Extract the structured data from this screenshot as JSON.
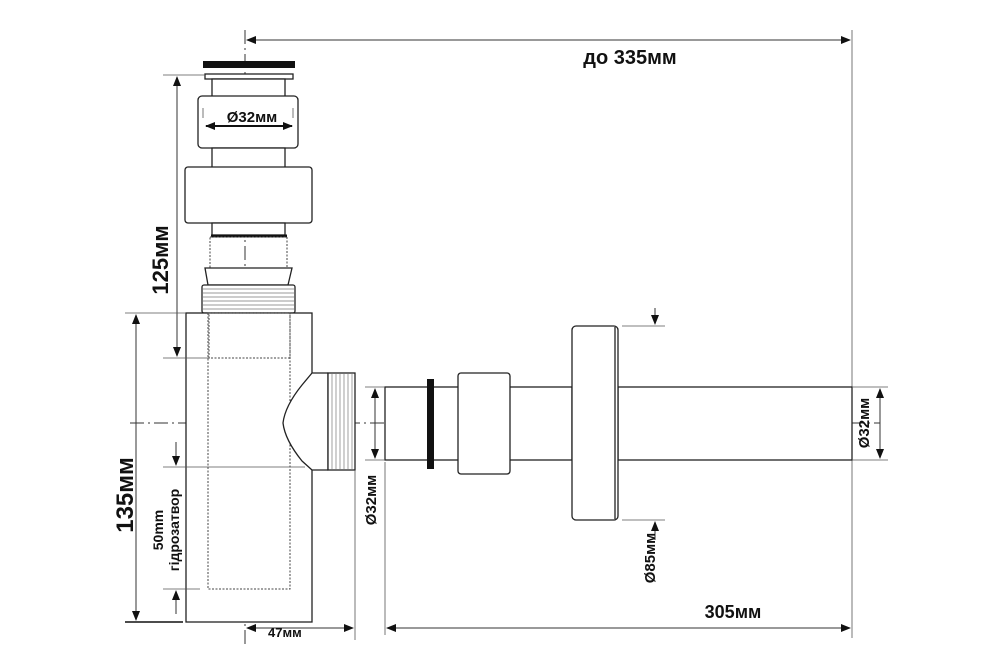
{
  "labels": {
    "overall_length": "до 335мм",
    "inlet_diameter": "Ø32мм",
    "height_top": "125мм",
    "height_body": "135мм",
    "water_seal_value": "50mm",
    "water_seal_label": "гідрозатвор",
    "offset": "47мм",
    "outlet_diameter_left": "Ø32мм",
    "flange_diameter": "Ø85мм",
    "outlet_diameter_right": "Ø32мм",
    "outlet_length": "305мм"
  }
}
